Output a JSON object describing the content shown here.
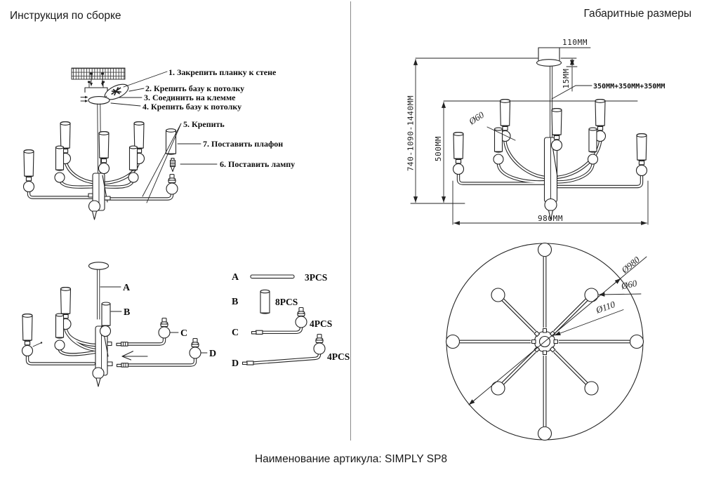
{
  "page": {
    "title_left": "Инструкция по сборке",
    "title_right": "Габаритные размеры",
    "footer": "Наименование артикула: SIMPLY SP8"
  },
  "instructions": {
    "steps": [
      "1. Закрепить планку к стене",
      "2. Крепить базу к потолку",
      "3. Соединить на клемме",
      "4. Крепить базу к потолку",
      "5. Крепить",
      "7. Поставить плафон",
      "6. Поставить лампу"
    ]
  },
  "exploded": {
    "labels": [
      "A",
      "B",
      "C",
      "D"
    ]
  },
  "parts_list": [
    {
      "id": "A",
      "qty": "3PCS"
    },
    {
      "id": "B",
      "qty": "8PCS"
    },
    {
      "id": "C",
      "qty": "4PCS"
    },
    {
      "id": "D",
      "qty": "4PCS"
    }
  ],
  "dimensions_front": {
    "canopy_width": "110MM",
    "canopy_height": "15MM",
    "rod_sections": "350MM+350MM+350MM",
    "overall_height": "740-1090-1440MM",
    "fixture_height": "500MM",
    "fixture_width": "980MM",
    "shade_diameter": "Ø60"
  },
  "dimensions_top": {
    "outer_diameter": "Ø980",
    "shade_diameter": "Ø60",
    "hub_diameter": "Ø110"
  }
}
